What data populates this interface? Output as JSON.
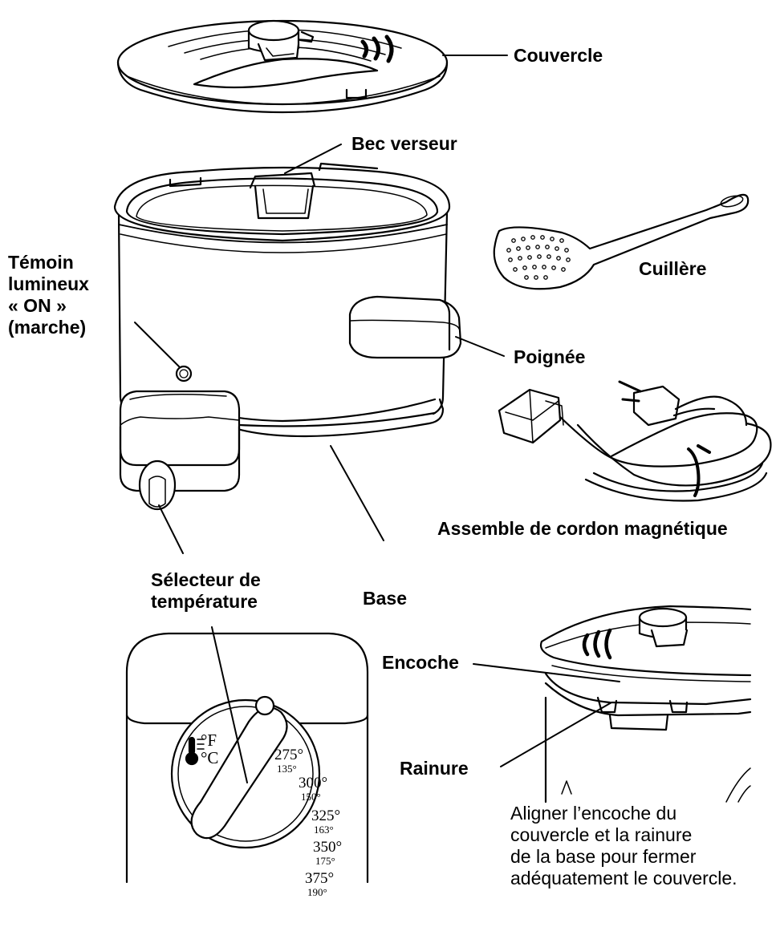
{
  "labels": {
    "lid": "Couvercle",
    "spout": "Bec verseur",
    "light": [
      "Témoin",
      "lumineux",
      "« ON »",
      "(marche)"
    ],
    "spoon": "Cuillère",
    "handle": "Poignée",
    "cord": "Assemble de cordon magnétique",
    "selector": [
      "Sélecteur de",
      "température"
    ],
    "base": "Base",
    "notch": "Encoche",
    "groove": "Rainure",
    "note": [
      "Aligner l’encoche du",
      "couvercle et la rainure",
      "de la base pour fermer",
      "adéquatement le couvercle."
    ]
  },
  "dial": {
    "unit_f": "°F",
    "unit_c": "°C",
    "settings": [
      {
        "f": "275°",
        "c": "135°"
      },
      {
        "f": "300°",
        "c": "150°"
      },
      {
        "f": "325°",
        "c": "163°"
      },
      {
        "f": "350°",
        "c": "175°"
      },
      {
        "f": "375°",
        "c": "190°"
      }
    ]
  },
  "icons": [
    "thermometer-icon",
    "steam-vent-icon"
  ],
  "colors": {
    "line": "#000000",
    "background": "#ffffff"
  }
}
